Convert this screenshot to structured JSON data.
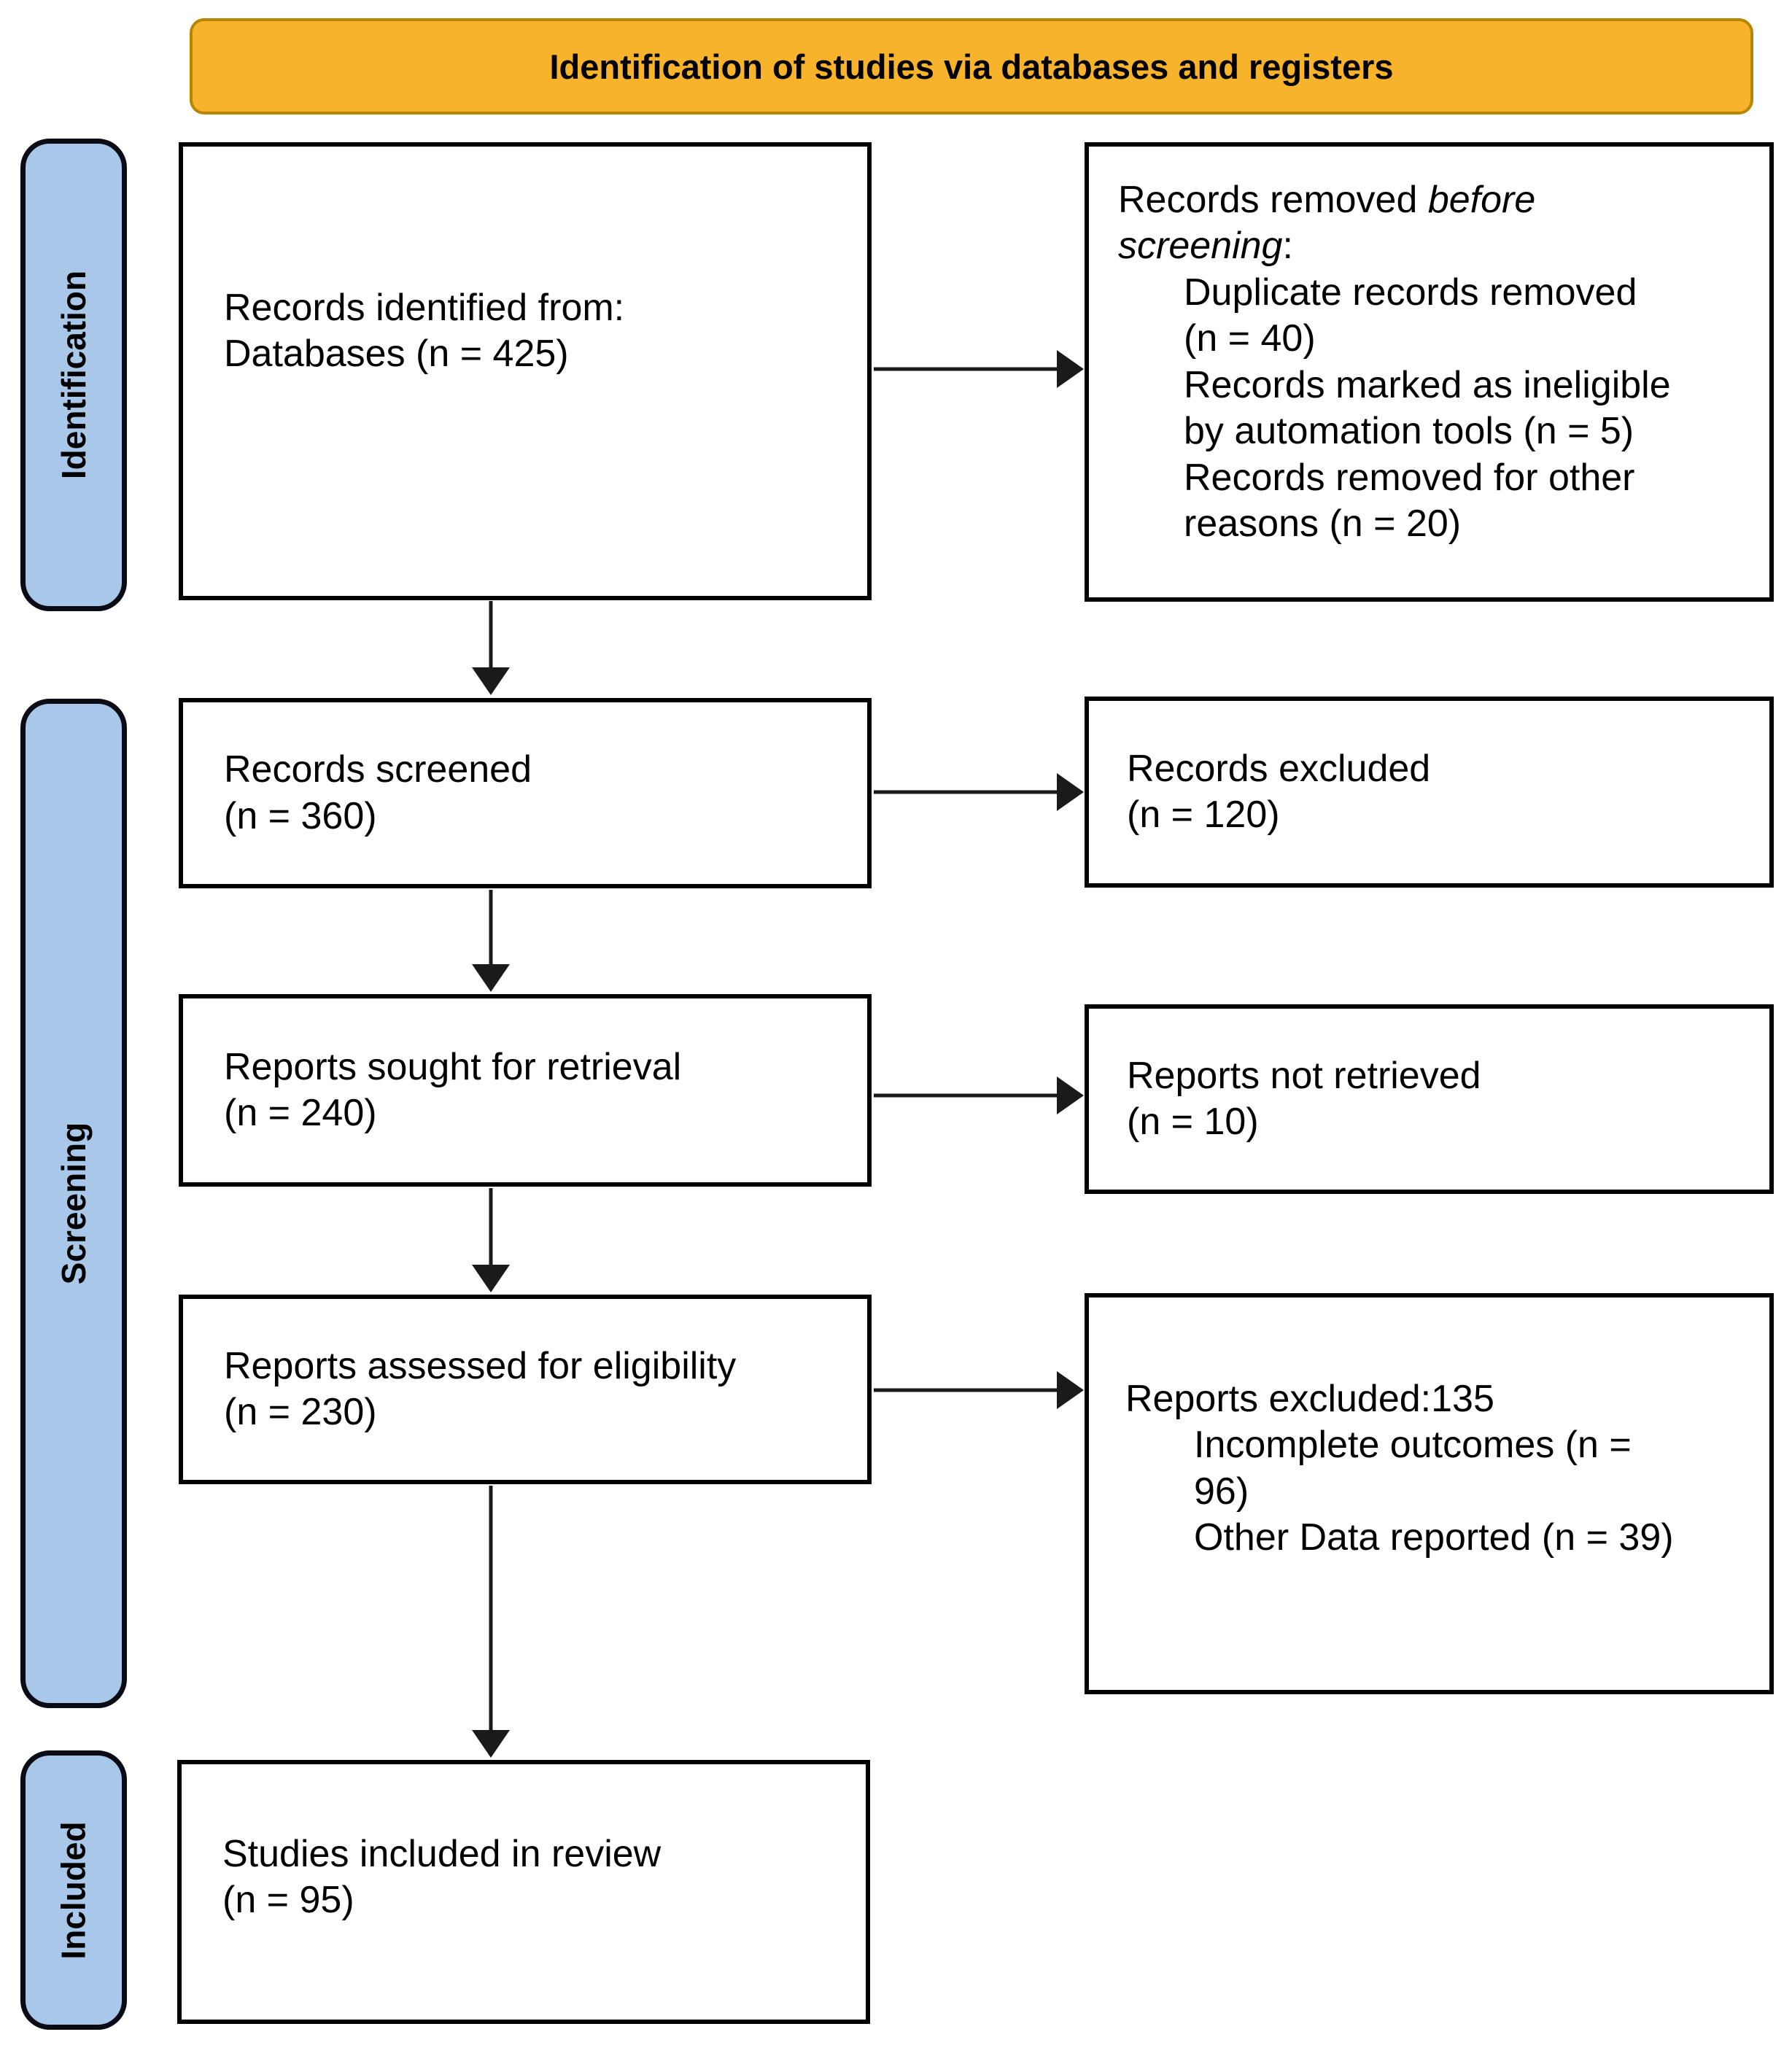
{
  "header": {
    "title": "Identification of studies via databases and registers"
  },
  "sidebar": {
    "identification": "Identification",
    "screening": "Screening",
    "included": "Included"
  },
  "boxes": {
    "identified": {
      "line1": "Records identified from:",
      "line2": "Databases (n = 425)"
    },
    "removed": {
      "title_l1_regular": "Records removed ",
      "title_l1_italic": "before",
      "title_l2_italic": "screening",
      "title_l2_regular": ":",
      "items": [
        {
          "lines": [
            "Duplicate records removed",
            "(n = 40)"
          ]
        },
        {
          "lines": [
            "Records marked as ineligible",
            "by automation tools (n = 5)"
          ]
        },
        {
          "lines": [
            "Records removed for other",
            "reasons (n = 20)"
          ]
        }
      ]
    },
    "screened": {
      "line1": "Records screened",
      "line2": "(n = 360)"
    },
    "records_excluded": {
      "line1": "Records excluded",
      "line2": "(n = 120)"
    },
    "sought": {
      "line1": "Reports sought for retrieval",
      "line2": "(n = 240)"
    },
    "not_retrieved": {
      "line1": "Reports not retrieved",
      "line2": "(n = 10)"
    },
    "assessed": {
      "line1": "Reports assessed for eligibility",
      "line2": "(n = 230)"
    },
    "reports_excluded": {
      "title": "Reports excluded:135",
      "items": [
        {
          "lines": [
            "Incomplete outcomes (n =",
            "96)"
          ]
        },
        {
          "lines": [
            "Other Data reported  (n = 39)"
          ]
        }
      ]
    },
    "included_studies": {
      "line1": "Studies included in review",
      "line2": "(n = 95)"
    }
  },
  "colors": {
    "banner_fill": "#F6B32B",
    "banner_border": "#B78600",
    "sidebar_fill": "#A9C7E8",
    "box_border": "#000000",
    "arrow": "#1A1A1A"
  }
}
